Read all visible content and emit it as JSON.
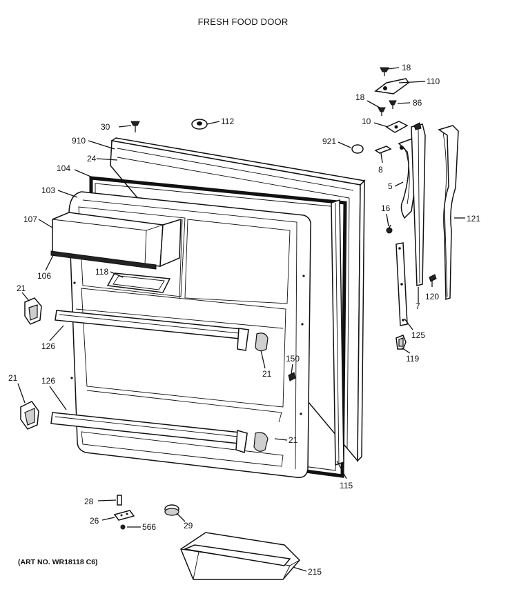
{
  "title": "FRESH FOOD DOOR",
  "art_number": "(ART NO. WR18118 C6)",
  "part_numbers": {
    "p18a": "18",
    "p110": "110",
    "p18b": "18",
    "p86": "86",
    "p30": "30",
    "p112": "112",
    "p10": "10",
    "p910": "910",
    "p921": "921",
    "p24": "24",
    "p8": "8",
    "p104": "104",
    "p5": "5",
    "p103": "103",
    "p16": "16",
    "p121": "121",
    "p107": "107",
    "p106": "106",
    "p118": "118",
    "p120": "120",
    "p7": "7",
    "p21a": "21",
    "p126a": "126",
    "p125": "125",
    "p21b": "21",
    "p150": "150",
    "p119": "119",
    "p21c": "21",
    "p126b": "126",
    "p21d": "21",
    "p115": "115",
    "p28": "28",
    "p26": "26",
    "p566": "566",
    "p29": "29",
    "p215": "215"
  }
}
